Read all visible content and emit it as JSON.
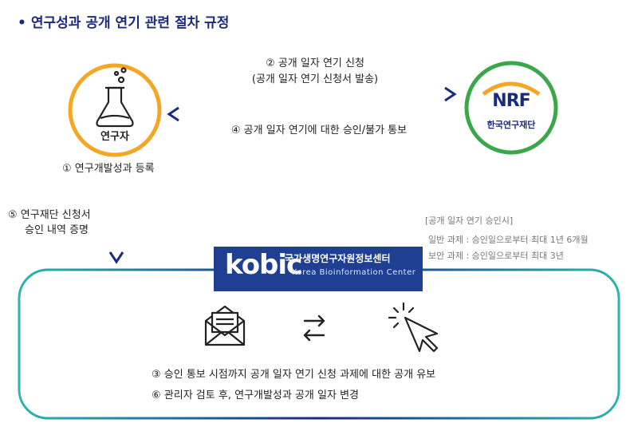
{
  "title": "연구성과 공개 연기 관련 절차 규정",
  "title_bullet": "•",
  "researcher": {
    "label": "연구자"
  },
  "nrf": {
    "logo_text": "NRF",
    "label": "한국연구재단"
  },
  "steps": {
    "s1": "① 연구개발성과 등록",
    "s2_line1": "② 공개 일자 연기 신청",
    "s2_line2": "(공개 일자 연기 신청서 발송)",
    "s4": "④ 공개 일자 연기에 대한 승인/불가 통보",
    "s5_line1": "⑤ 연구재단 신청서",
    "s5_line2": "승인 내역 증명",
    "s3": "③ 승인 통보 시점까지 공개 일자 연기 신청 과제에 대한 공개 유보",
    "s6": "⑥ 관리자 검토 후, 연구개발성과 공개 일자 변경"
  },
  "approval_note": {
    "header": "[공개 일자 연기 승인시]",
    "general": "일반 과제 : 승인일으로부터 최대 1년 6개월",
    "security": "보안 과제 : 승인일으로부터 최대 3년"
  },
  "kobic": {
    "logo": "kobic",
    "name_ko": "국가생명연구자원정보센터",
    "name_en": "Korea Bioinformation Center"
  },
  "icons": [
    "flask-icon",
    "envelope-icon",
    "exchange-arrows-icon",
    "cursor-click-icon"
  ],
  "colors": {
    "teal": "#2bb5b0",
    "navy": "#1a2a7c",
    "orange": "#f5a623",
    "green": "#3aa84a",
    "kobic_blue": "#1f3f93"
  }
}
